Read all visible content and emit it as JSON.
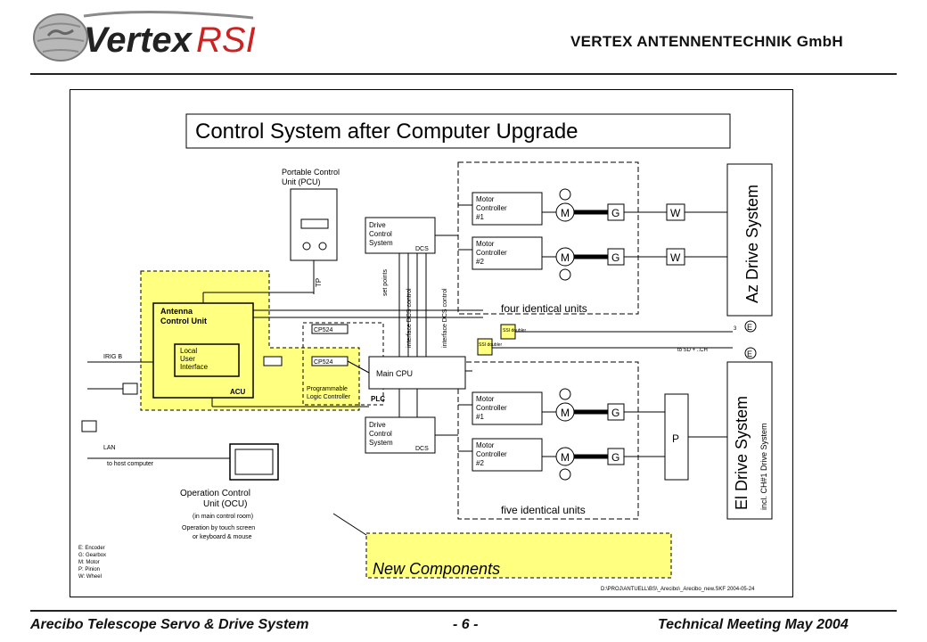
{
  "header": {
    "logo_text_1": "Vertex",
    "logo_text_2": "RSI",
    "company": "VERTEX ANTENNENTECHNIK GmbH"
  },
  "footer": {
    "left": "Arecibo Telescope Servo & Drive System",
    "center": "- 6 -",
    "right": "Technical Meeting May 2004"
  },
  "diagram": {
    "title": "Control System after Computer Upgrade",
    "pcu": {
      "line1": "Portable Control",
      "line2": "Unit (PCU)"
    },
    "dcs_top": {
      "line1": "Drive",
      "line2": "Control",
      "line3": "System",
      "tag": "DCS"
    },
    "dcs_bottom": {
      "line1": "Drive",
      "line2": "Control",
      "line3": "System",
      "tag": "DCS"
    },
    "motor_controllers": [
      {
        "line1": "Motor",
        "line2": "Controller",
        "line3": "#1"
      },
      {
        "line1": "Motor",
        "line2": "Controller",
        "line3": "#2"
      },
      {
        "line1": "Motor",
        "line2": "Controller",
        "line3": "#1"
      },
      {
        "line1": "Motor",
        "line2": "Controller",
        "line3": "#2"
      }
    ],
    "motor_symbol": "M",
    "gear_symbol": "G",
    "wheel_symbol": "W",
    "pinion_symbol": "P",
    "encoder_symbol": "E",
    "az_group": "four identical units",
    "el_group": "five identical units",
    "az_drive": "Az Drive System",
    "el_drive": "El Drive System",
    "el_drive_sub": "incl. CH#1 Drive System",
    "acu": {
      "line1": "Antenna",
      "line2": "Control Unit",
      "tag": "ACU"
    },
    "lui": {
      "line1": "Local",
      "line2": "User",
      "line3": "Interface"
    },
    "cp_top": "CP524",
    "cp_bottom": "CP524",
    "main_cpu": "Main CPU",
    "ssi": "SSI doubler",
    "ssi2": "SSI doubler",
    "plc": {
      "tag": "PLC",
      "line1": "Programmable",
      "line2": "Logic Controller"
    },
    "irig": "IRIG B",
    "lan": {
      "line1": "LAN",
      "line2": "to host computer"
    },
    "ocu": {
      "line1": "Operation Control",
      "line2": "Unit (OCU)",
      "line3": "(in main control room)",
      "line4": "Operation by touch screen",
      "line5": "or keyboard & mouse"
    },
    "legend": [
      "E: Encoder",
      "G: Gearbox",
      "M: Motor",
      "P: Pinion",
      "W: Wheel"
    ],
    "new_components": "New Components",
    "bus_labels": {
      "setpoints": "set points",
      "interface1": "interface DCS control",
      "interface2": "interface DCS control",
      "ssi_line": "3",
      "ssi_line2": "to SD + ..CH",
      "tr": "TP"
    },
    "file_path": "D:\\PROJ\\ANTUELL\\BS\\_Arecibo\\_Arecibo_new.SKF 2004-05-24"
  },
  "colors": {
    "new_components": "#FFFF80",
    "stroke": "#000000"
  }
}
